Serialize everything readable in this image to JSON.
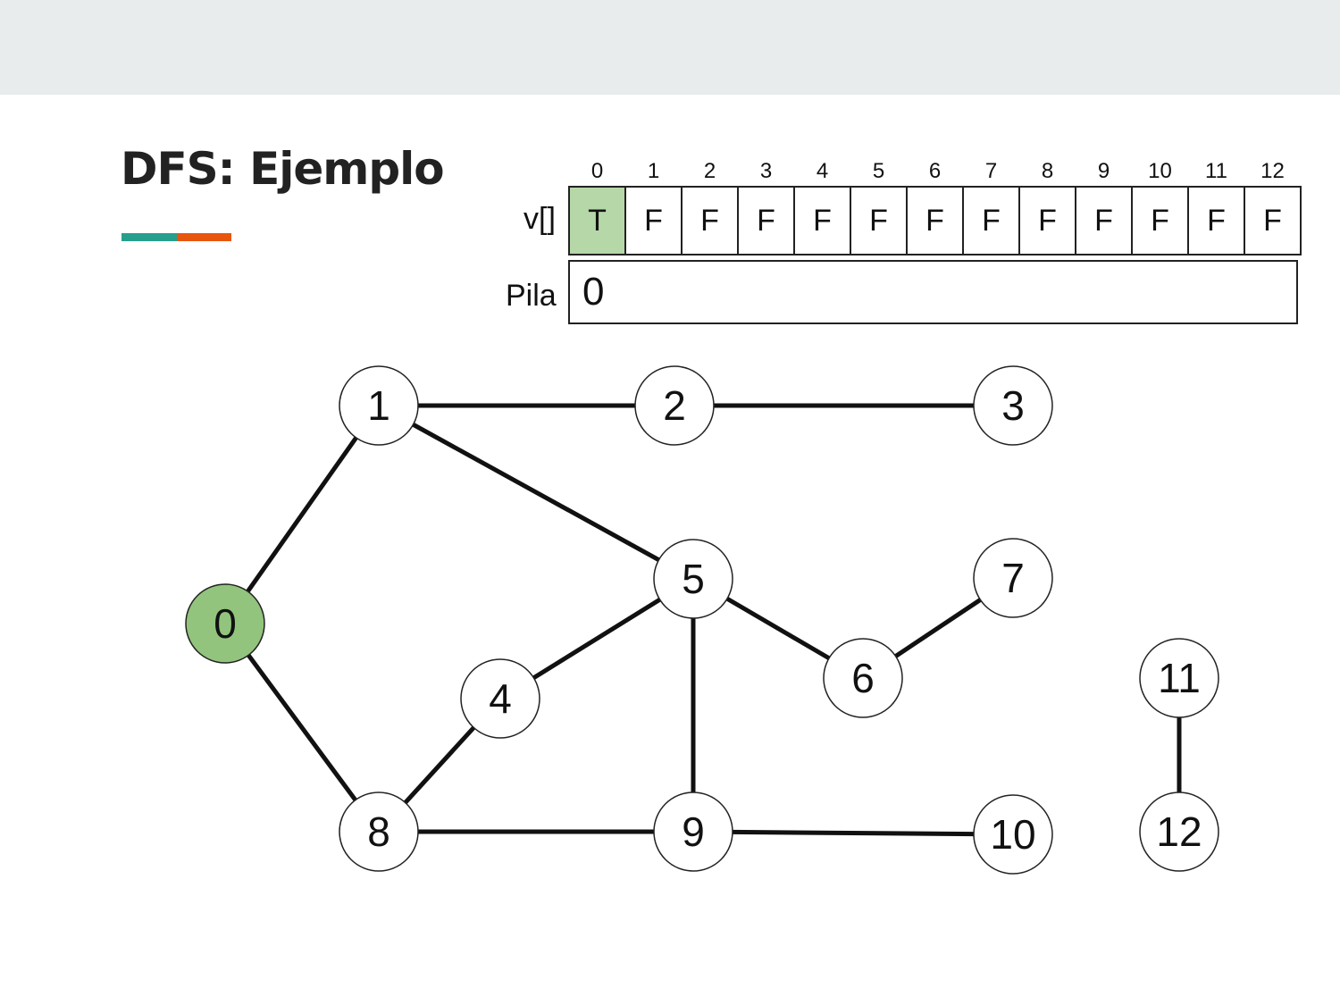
{
  "title": "DFS: Ejemplo",
  "accent_colors": {
    "teal": "#26a08d",
    "orange": "#e8560d",
    "visited_fill": "#92c47d",
    "visited_cell": "#b6d7a8"
  },
  "array": {
    "label": "v[]",
    "indices": [
      "0",
      "1",
      "2",
      "3",
      "4",
      "5",
      "6",
      "7",
      "8",
      "9",
      "10",
      "11",
      "12"
    ],
    "values": [
      "T",
      "F",
      "F",
      "F",
      "F",
      "F",
      "F",
      "F",
      "F",
      "F",
      "F",
      "F",
      "F"
    ]
  },
  "stack": {
    "label": "Pila",
    "items": [
      "0"
    ]
  },
  "graph": {
    "nodes": [
      {
        "id": "0",
        "visited": true
      },
      {
        "id": "1",
        "visited": false
      },
      {
        "id": "2",
        "visited": false
      },
      {
        "id": "3",
        "visited": false
      },
      {
        "id": "4",
        "visited": false
      },
      {
        "id": "5",
        "visited": false
      },
      {
        "id": "6",
        "visited": false
      },
      {
        "id": "7",
        "visited": false
      },
      {
        "id": "8",
        "visited": false
      },
      {
        "id": "9",
        "visited": false
      },
      {
        "id": "10",
        "visited": false
      },
      {
        "id": "11",
        "visited": false
      },
      {
        "id": "12",
        "visited": false
      }
    ],
    "edges": [
      [
        "0",
        "1"
      ],
      [
        "0",
        "8"
      ],
      [
        "1",
        "2"
      ],
      [
        "2",
        "3"
      ],
      [
        "1",
        "5"
      ],
      [
        "5",
        "4"
      ],
      [
        "5",
        "6"
      ],
      [
        "5",
        "9"
      ],
      [
        "6",
        "7"
      ],
      [
        "4",
        "8"
      ],
      [
        "8",
        "9"
      ],
      [
        "9",
        "10"
      ],
      [
        "11",
        "12"
      ]
    ]
  }
}
